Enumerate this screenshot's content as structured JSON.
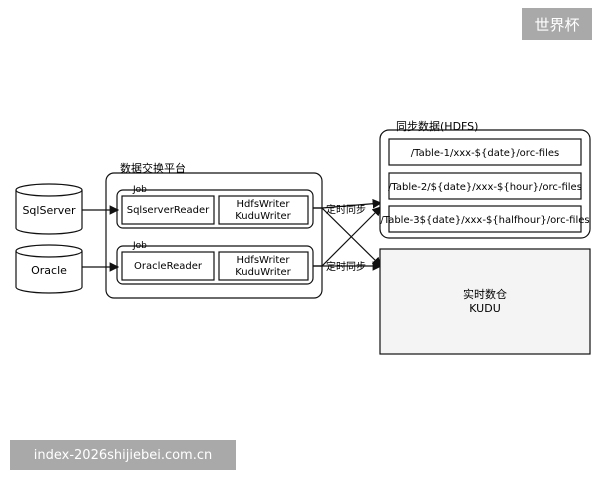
{
  "watermark": {
    "badge": "世界杯",
    "footer_url": "index-2026shijiebei.com.cn"
  },
  "sources": [
    {
      "name": "SqlServer"
    },
    {
      "name": "Oracle"
    }
  ],
  "platform": {
    "title": "数据交换平台",
    "jobs": [
      {
        "label": "Job",
        "reader": "SqlserverReader",
        "writer_line1": "HdfsWriter",
        "writer_line2": "KuduWriter",
        "edge_label": "定时同步"
      },
      {
        "label": "Job",
        "reader": "OracleReader",
        "writer_line1": "HdfsWriter",
        "writer_line2": "KuduWriter",
        "edge_label": "定时同步"
      }
    ]
  },
  "hdfs": {
    "title": "同步数据(HDFS)",
    "tables": [
      "/Table-1/xxx-${date}/orc-files",
      "/Table-2/${date}/xxx-${hour}/orc-files",
      "/Table-3${date}/xxx-${halfhour}/orc-files"
    ]
  },
  "kudu": {
    "line1": "实时数仓",
    "line2": "KUDU"
  },
  "colors": {
    "stroke": "#111111",
    "kudu_fill": "#f4f4f4",
    "watermark": "#a9a9a9"
  }
}
